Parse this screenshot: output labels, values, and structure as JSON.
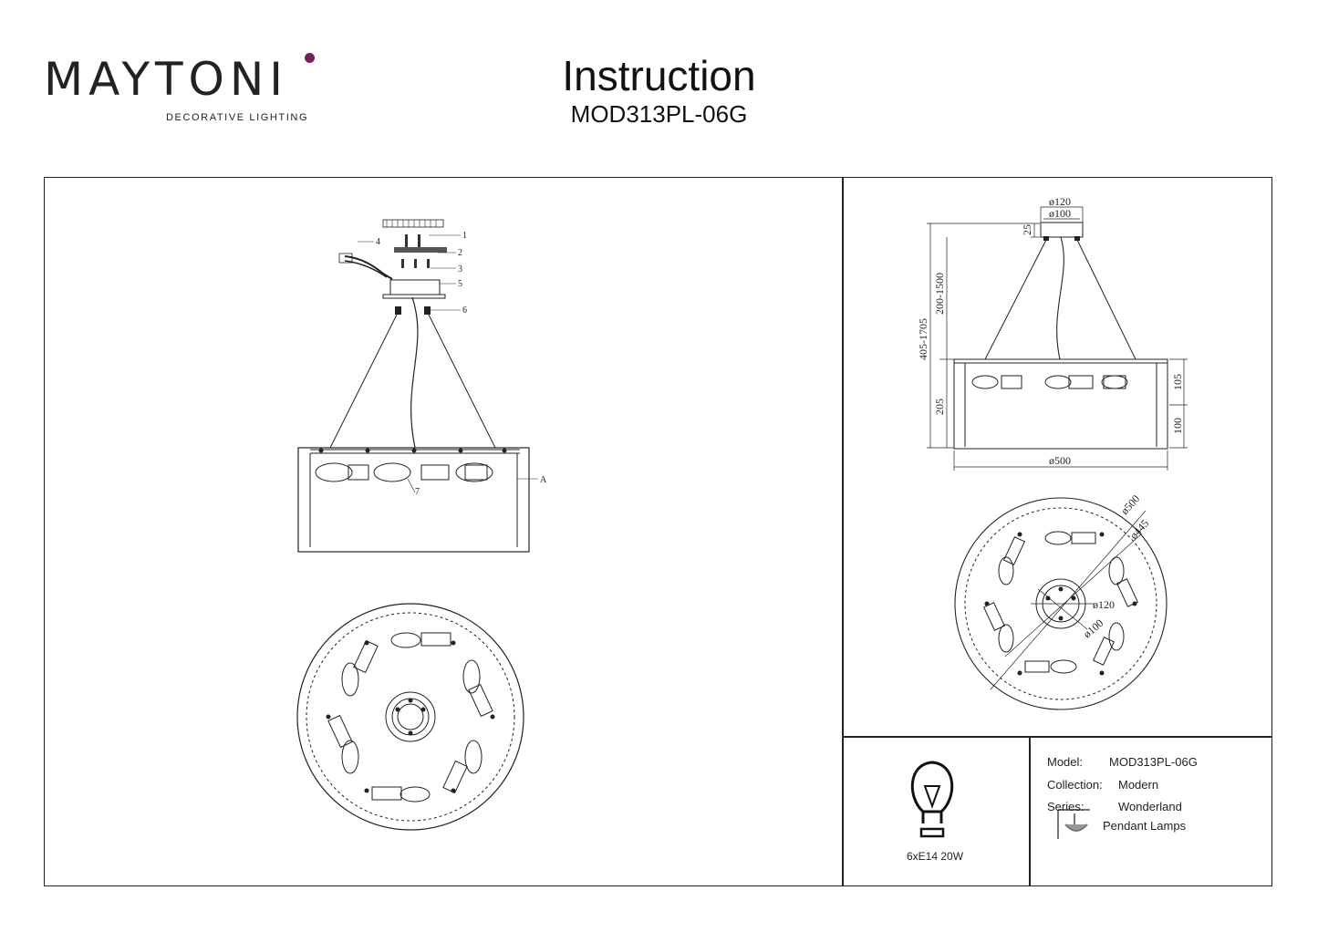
{
  "brand": {
    "name": "MAYTONI",
    "tagline": "DECORATIVE LIGHTING",
    "dot_color": "#7a1f5c"
  },
  "document": {
    "title": "Instruction",
    "model_code": "MOD313PL-06G"
  },
  "assembly_labels": [
    "1",
    "2",
    "3",
    "4",
    "5",
    "6",
    "7",
    "A"
  ],
  "dimensions": {
    "canopy_outer": "ø120",
    "canopy_inner": "ø100",
    "canopy_height": "25",
    "cable_length": "200-1500",
    "total_height": "405-1705",
    "body_height": "205",
    "upper_part": "105",
    "lower_part": "100",
    "diameter": "ø500",
    "plan_outer": "ø500",
    "plan_inner": "ø445",
    "plan_canopy_outer": "ø120",
    "plan_canopy_inner": "ø100"
  },
  "specs": {
    "model_label": "Model:",
    "model_value": "MOD313PL-06G",
    "collection_label": "Collection:",
    "collection_value": "Modern",
    "series_label": "Series:",
    "series_value": "Wonderland",
    "type_value": "Pendant Lamps",
    "lamp_info": "6xE14 20W"
  }
}
